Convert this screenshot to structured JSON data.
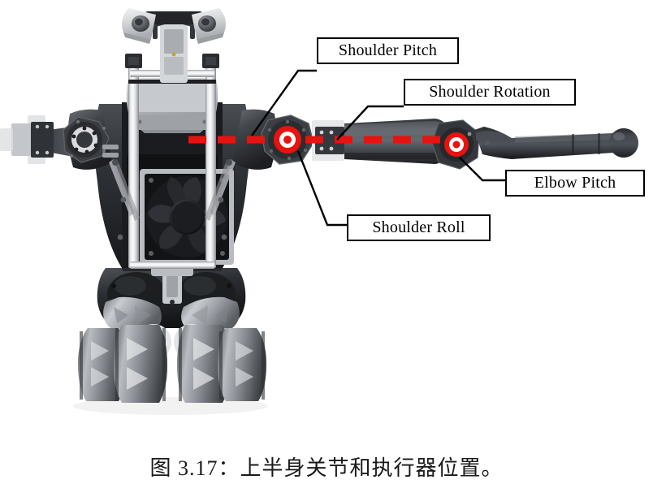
{
  "figure": {
    "subject": "humanoid robot upper body front view",
    "background_color": "#ffffff",
    "axis_line_color": "#e8120e",
    "callout_border_color": "#000000",
    "leader_line_color": "#000000",
    "marker_color": "#e8120e"
  },
  "callouts": [
    {
      "id": "shoulder-pitch",
      "label": "Shoulder Pitch"
    },
    {
      "id": "shoulder-rotation",
      "label": "Shoulder Rotation"
    },
    {
      "id": "elbow-pitch",
      "label": "Elbow Pitch"
    },
    {
      "id": "shoulder-roll",
      "label": "Shoulder Roll"
    }
  ],
  "caption": {
    "text": "图 3.17：上半身关节和执行器位置。"
  }
}
